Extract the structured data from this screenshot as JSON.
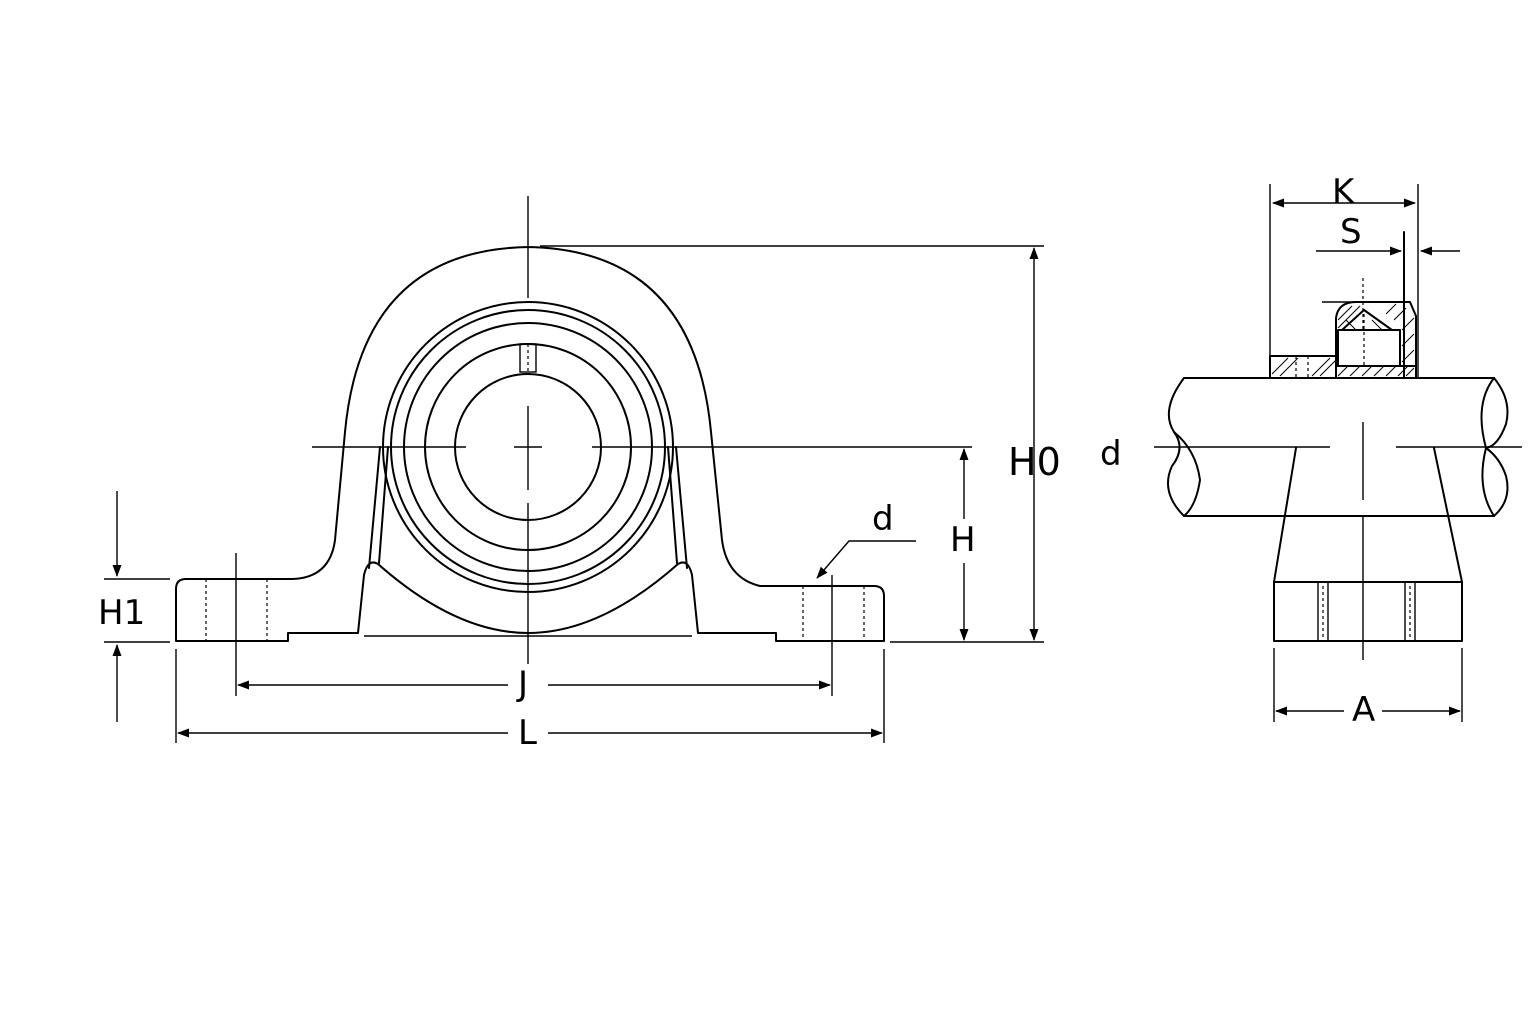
{
  "dimensions": {
    "front_view": {
      "H1": "H1",
      "d": "d",
      "H": "H",
      "H0": "H0",
      "J": "J",
      "L": "L"
    },
    "side_view": {
      "K": "K",
      "S": "S",
      "d": "d",
      "A": "A"
    }
  },
  "line_color": "#000000",
  "background_color": "#ffffff"
}
